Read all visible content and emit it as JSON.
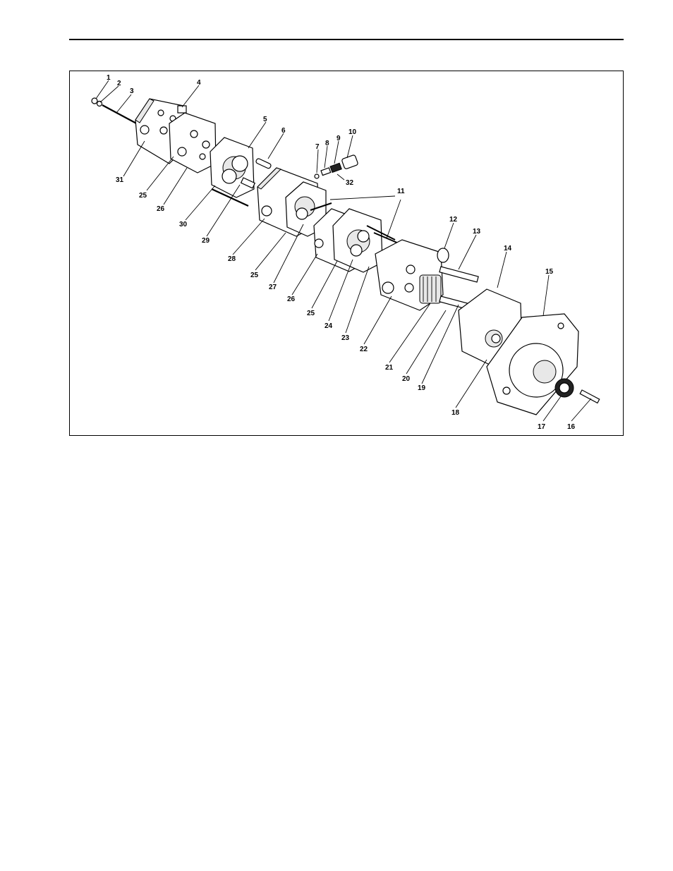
{
  "figure": {
    "labels": [
      {
        "id": "l1",
        "text": "1"
      },
      {
        "id": "l2",
        "text": "2"
      },
      {
        "id": "l3",
        "text": "3"
      },
      {
        "id": "l4",
        "text": "4"
      },
      {
        "id": "l5",
        "text": "5"
      },
      {
        "id": "l6",
        "text": "6"
      },
      {
        "id": "l7",
        "text": "7"
      },
      {
        "id": "l8",
        "text": "8"
      },
      {
        "id": "l9",
        "text": "9"
      },
      {
        "id": "l10",
        "text": "10"
      },
      {
        "id": "l11",
        "text": "11"
      },
      {
        "id": "l12",
        "text": "12"
      },
      {
        "id": "l13",
        "text": "13"
      },
      {
        "id": "l14",
        "text": "14"
      },
      {
        "id": "l15",
        "text": "15"
      },
      {
        "id": "l16",
        "text": "16"
      },
      {
        "id": "l17",
        "text": "17"
      },
      {
        "id": "l18",
        "text": "18"
      },
      {
        "id": "l19",
        "text": "19"
      },
      {
        "id": "l20",
        "text": "20"
      },
      {
        "id": "l21",
        "text": "21"
      },
      {
        "id": "l22",
        "text": "22"
      },
      {
        "id": "l23",
        "text": "23"
      },
      {
        "id": "l24",
        "text": "24"
      },
      {
        "id": "l25a",
        "text": "25"
      },
      {
        "id": "l25b",
        "text": "25"
      },
      {
        "id": "l25c",
        "text": "25"
      },
      {
        "id": "l26a",
        "text": "26"
      },
      {
        "id": "l26b",
        "text": "26"
      },
      {
        "id": "l27",
        "text": "27"
      },
      {
        "id": "l28",
        "text": "28"
      },
      {
        "id": "l29",
        "text": "29"
      },
      {
        "id": "l30",
        "text": "30"
      },
      {
        "id": "l31",
        "text": "31"
      },
      {
        "id": "l32",
        "text": "32"
      }
    ]
  }
}
